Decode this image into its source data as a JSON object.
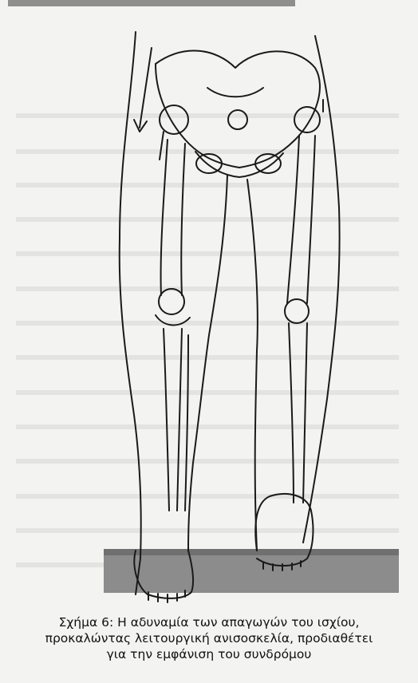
{
  "caption": {
    "line1": "Σχήμα 6: Η αδυναμία των απαγωγών του ισχίου,",
    "line2": "προκαλώντας λειτουργική ανισοσκελία, προδιαθέτει",
    "line3": "για την εμφάνιση του συνδρόμου"
  },
  "colors": {
    "paper": "#f3f3f1",
    "ink": "#1a1a1a",
    "floor": "#8c8c8c"
  }
}
